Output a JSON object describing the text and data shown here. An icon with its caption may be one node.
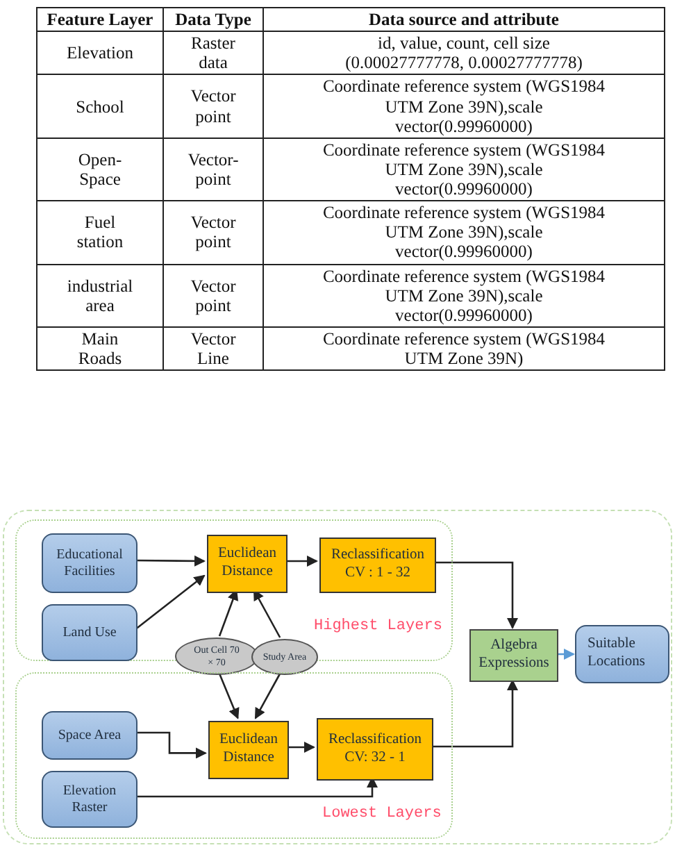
{
  "diagram": {
    "nodes": [
      {
        "text": [],
        "shape": "box"
      },
      {
        "text": [
          "Highest Layers"
        ],
        "in": 0
      },
      {
        "text": [
          "Educational Facilities"
        ],
        "in": 1
      },
      {
        "text": [
          "Land Use"
        ],
        "in": 1
      },
      {
        "text": [
          "Euclidean Distance"
        ],
        "in": 1
      },
      {
        "text": [
          "Reclassification CV : 1 - 32"
        ],
        "in": 1
      },
      {
        "text": [
          "Out Cell 70 × 70"
        ],
        "in": 0
      },
      {
        "text": [
          "Study Area"
        ],
        "in": 0
      },
      {
        "text": [
          "Lowest Layers"
        ],
        "in": 0
      },
      {
        "text": [
          "Space Area"
        ],
        "in": 8
      },
      {
        "text": [
          "Elevation Raster"
        ],
        "in": 8
      },
      {
        "text": [
          "Euclidean Distance"
        ],
        "in": 8
      },
      {
        "text": [
          "Reclassification CV: 32 - 1"
        ],
        "in": 8
      },
      {
        "text": [
          "Algebra Expressions"
        ],
        "in": 0
      },
      {
        "text": [
          "Suitable Locations"
        ],
        "in": 0
      }
    ],
    "edges": [
      {
        "from": 2,
        "to": 4,
        "arrow": "to"
      },
      {
        "from": 3,
        "to": 4,
        "arrow": "to"
      },
      {
        "from": 6,
        "to": 4,
        "arrow": "to"
      },
      {
        "from": 7,
        "to": 4,
        "arrow": "to"
      },
      {
        "from": 6,
        "to": 11,
        "arrow": "to"
      },
      {
        "from": 7,
        "to": 11,
        "arrow": "to"
      },
      {
        "from": 4,
        "to": 5,
        "arrow": "to"
      },
      {
        "from": 9,
        "to": 11,
        "arrow": "to"
      },
      {
        "from": 10,
        "to": 12,
        "arrow": "to"
      },
      {
        "from": 11,
        "to": 12,
        "arrow": "to"
      },
      {
        "from": 5,
        "to": 13,
        "arrow": "to"
      },
      {
        "from": 12,
        "to": 13,
        "arrow": "to"
      },
      {
        "from": 13,
        "to": 14,
        "arrow": "to",
        "color": "#5b9bd5"
      }
    ],
    "labels": [
      "Feature Layer",
      "Data Type",
      "Data source and attribute",
      "Elevation",
      "Raster data",
      "id, value, count, cell size (0.00027777778, 0.00027777778)",
      "School",
      "Vector point",
      "Coordinate reference system (WGS1984 UTM Zone 39N),scale vector(0.99960000)",
      "Open- Space",
      "Vector- point",
      "Coordinate reference system (WGS1984 UTM Zone 39N),scale vector(0.99960000)",
      "Fuel station",
      "Vector point",
      "Coordinate reference system (WGS1984 UTM Zone 39N),scale vector(0.99960000)",
      "industrial area",
      "Vector point",
      "Coordinate reference system (WGS1984 UTM Zone 39N),scale vector(0.99960000)",
      "Main Roads",
      "Vector Line",
      "Coordinate reference system (WGS1984 UTM Zone 39N)"
    ]
  }
}
